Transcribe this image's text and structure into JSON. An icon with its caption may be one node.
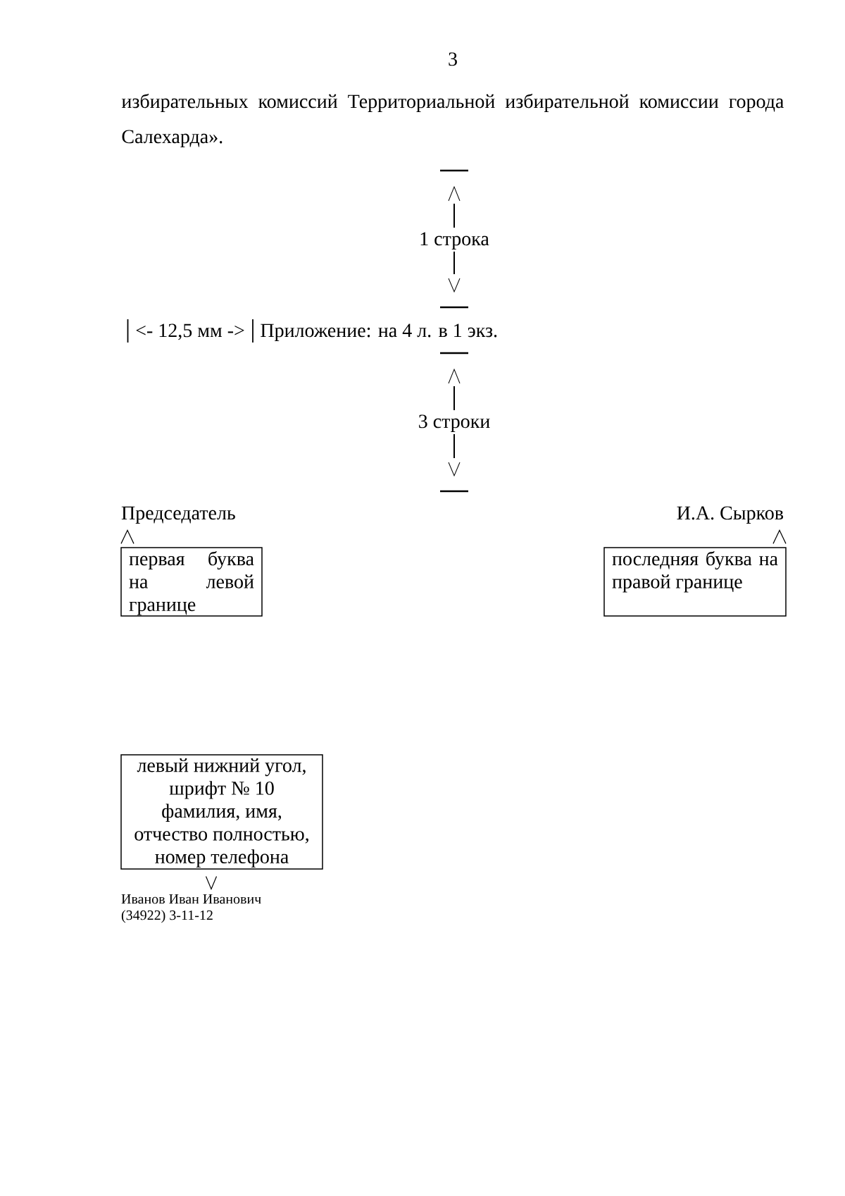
{
  "diagram": {
    "nodes": [
      {
        "text": [
          "Председатель"
        ]
      },
      {
        "text": [
          "И.А. Сырков"
        ]
      },
      {
        "text": [
          "первая буква на левой границе"
        ]
      },
      {
        "text": [
          "последняя буква на правой границе"
        ]
      },
      {
        "text": [
          "левый нижний угол, шрифт № 10",
          "фамилия, имя, отчество полностью, номер телефона"
        ]
      },
      {
        "text": [
          "Иванов Иван Иванович",
          "(34922) 3-11-12"
        ]
      }
    ],
    "edges": [
      {
        "from": 2,
        "to": 0,
        "arrow": "to"
      },
      {
        "from": 3,
        "to": 1,
        "arrow": "to"
      },
      {
        "from": 4,
        "to": 5,
        "arrow": "to"
      }
    ],
    "labels": [
      "3",
      "избирательных комиссий Территориальной избирательной комиссии города Салехарда».",
      "1 строка",
      "<- 12,5 мм ->",
      "Приложение: на 4 л. в 1 экз.",
      "3 строки"
    ]
  }
}
